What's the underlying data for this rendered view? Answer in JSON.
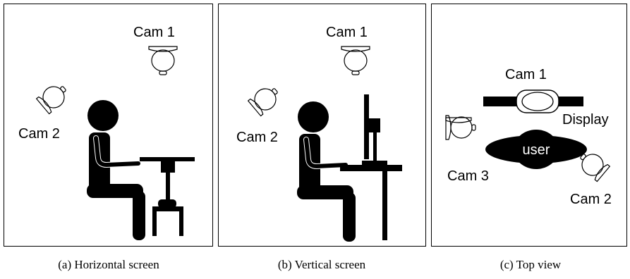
{
  "panels": [
    {
      "cam1": "Cam 1",
      "cam2": "Cam 2",
      "caption": "(a) Horizontal screen"
    },
    {
      "cam1": "Cam 1",
      "cam2": "Cam 2",
      "caption": "(b) Vertical screen"
    },
    {
      "cam1": "Cam 1",
      "cam2": "Cam 2",
      "cam3": "Cam 3",
      "display": "Display",
      "user": "user",
      "caption": "(c) Top view"
    }
  ]
}
